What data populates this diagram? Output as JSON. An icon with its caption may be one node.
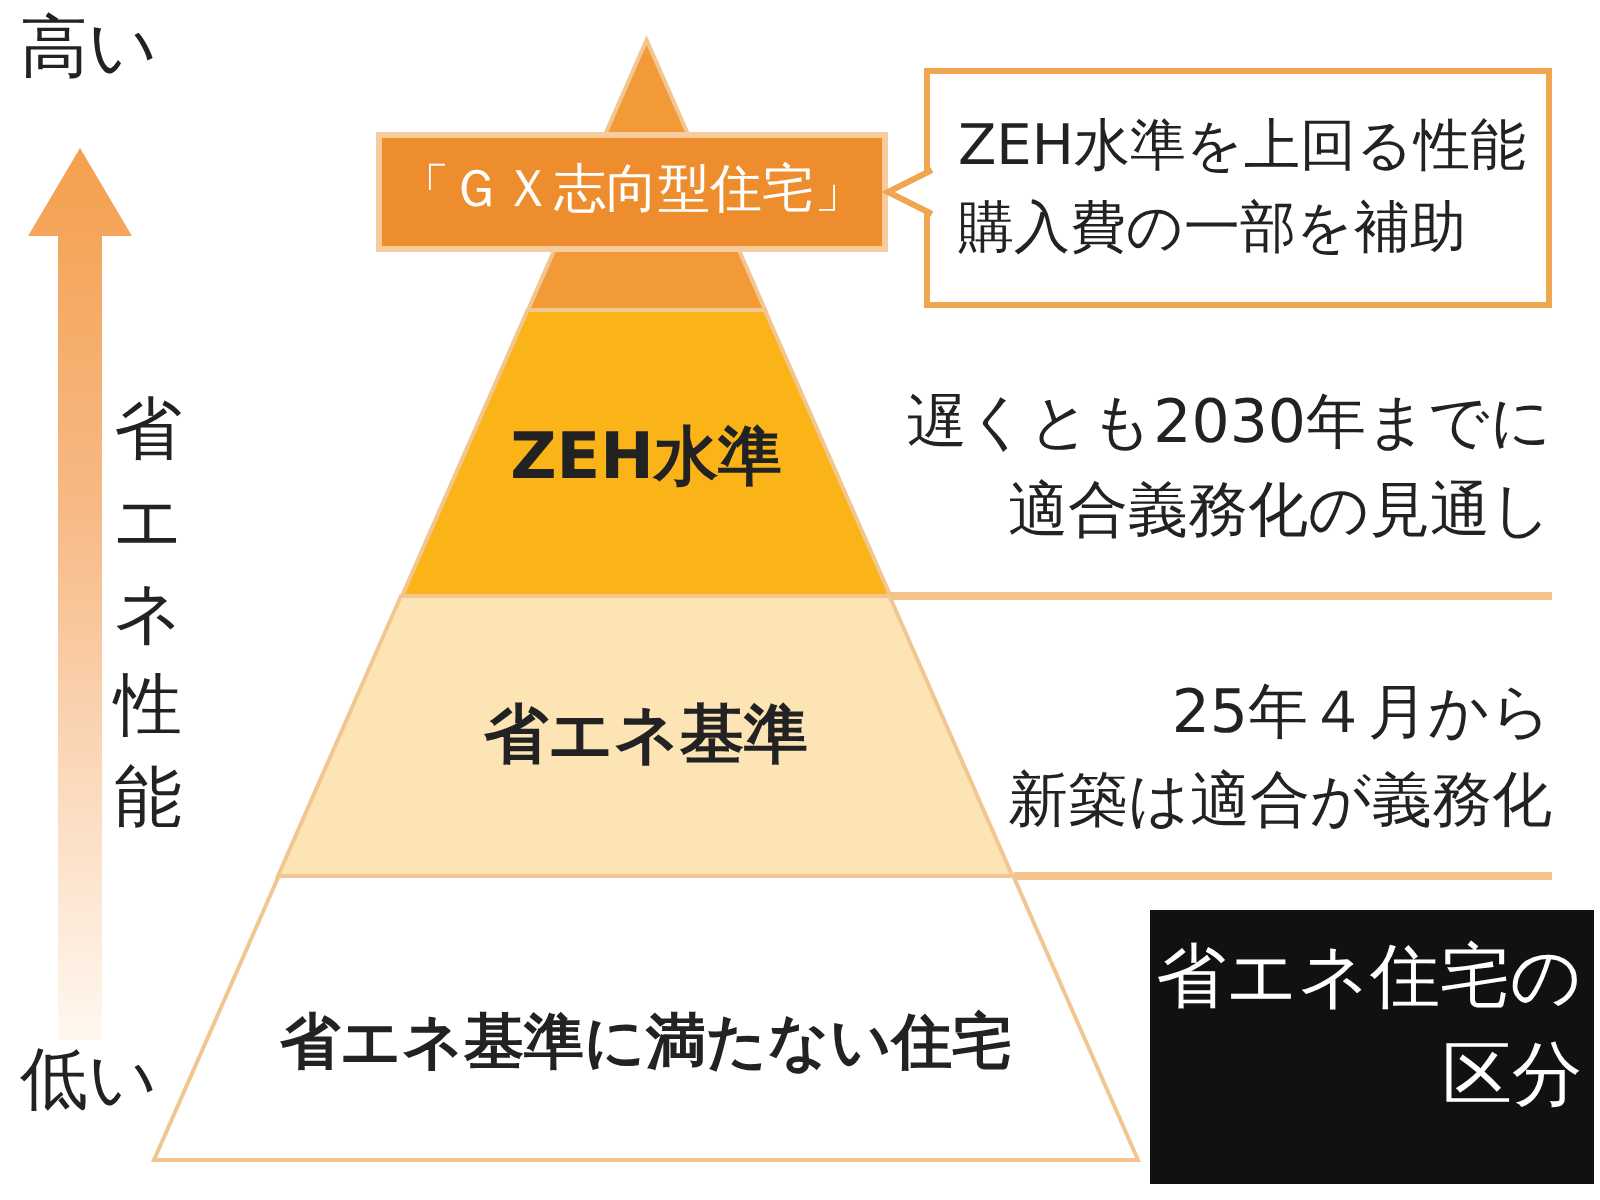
{
  "diagram": {
    "title": "省エネ住宅の区分",
    "nodes": [
      {
        "text": [],
        "shape": "triangle"
      },
      {
        "text": [
          "「ＧＸ志向型住宅」"
        ]
      },
      {
        "text": [
          "ZEH水準を上回る性能",
          "購入費の一部を補助"
        ]
      },
      {
        "text": [
          "ZEH水準"
        ],
        "beside": [
          "遅くとも2030年までに適合義務化の見通し"
        ]
      },
      {
        "text": [
          "省エネ基準"
        ],
        "beside": [
          "25年４月から新築は適合が義務化"
        ]
      },
      {
        "text": [
          "省エネ基準に満たない住宅"
        ]
      }
    ],
    "edges": [
      {
        "from": 2,
        "to": 1,
        "arrow": "to"
      }
    ],
    "labels": [
      "高い",
      "省エネ性能",
      "低い"
    ]
  }
}
